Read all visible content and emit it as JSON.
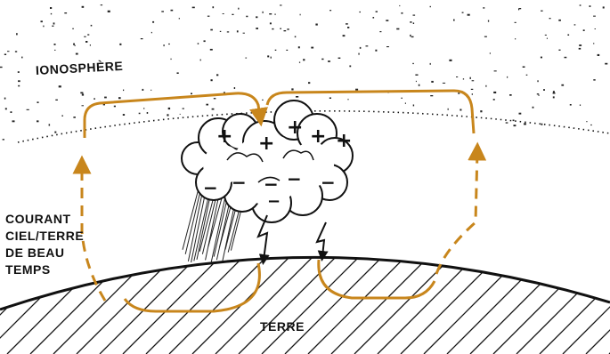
{
  "labels": {
    "ionosphere": "IONOSPHÈRE",
    "current_lines": [
      "COURANT",
      "CIEL/TERRE",
      "DE BEAU",
      "TEMPS"
    ],
    "ground": "TERRE"
  },
  "charges": {
    "positive": "+",
    "negative": "−"
  },
  "colors": {
    "current": "#c8861c",
    "ink": "#111111",
    "background": "#ffffff"
  }
}
